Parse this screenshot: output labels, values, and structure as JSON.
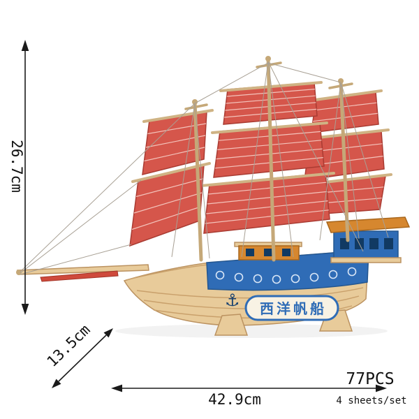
{
  "annotations": {
    "height": "26.7cm",
    "depth": "13.5cm",
    "width": "42.9cm",
    "piece_count": "77PCS",
    "sheets": "4 sheets/set"
  },
  "ship": {
    "nameplate": "西洋帆船",
    "anchor_symbol": "⚓"
  },
  "colors": {
    "sail_red": "#d5564b",
    "sail_stripe": "#f3c3bb",
    "wood": "#e8cb9a",
    "wood_dark": "#bb9260",
    "hull_blue": "#2f6cb6",
    "cabin_orange": "#d6872f",
    "banner_cream": "#f8f2e4",
    "annotation_ink": "#111111"
  }
}
